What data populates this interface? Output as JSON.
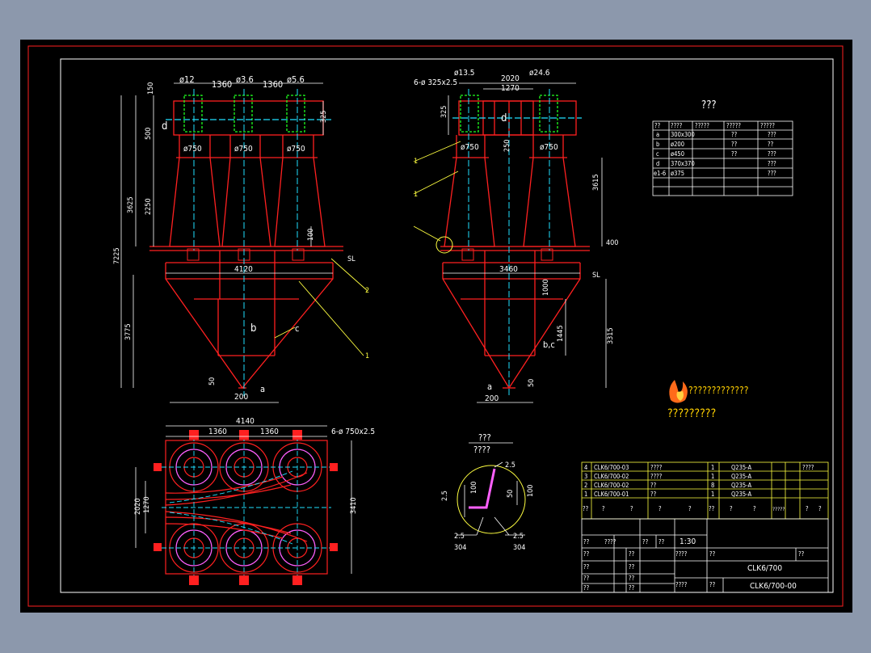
{
  "dims": {
    "top_left": {
      "d1": "ø12",
      "d2": "1360",
      "d3": "ø3.6",
      "d4": "1360",
      "d5": "ø5.6",
      "h1": "150",
      "h2": "500",
      "h3": "325",
      "h4": "3625",
      "h5": "2250",
      "total": "7225",
      "h6": "3775",
      "h7": "50",
      "h8": "200",
      "inner": "4120",
      "pipe": "ø750",
      "side": "100",
      "sl": "SL"
    },
    "top_right": {
      "hole": "6-ø 325x2.5",
      "d1": "ø13.5",
      "d2": "2020",
      "d3": "1270",
      "d4": "ø24.6",
      "h1": "325",
      "pipe1": "ø750",
      "pipe2": "ø750",
      "h2": "250",
      "h3": "3615",
      "w1": "400",
      "inner": "3460",
      "h4": "1000",
      "h5": "1445",
      "h6": "3315",
      "h7": "50",
      "h8": "200",
      "sl": "SL"
    },
    "plan": {
      "w": "4140",
      "a": "1360",
      "b": "1360",
      "holes": "6-ø 750x2.5",
      "h1": "2020",
      "h2": "1270",
      "h3": "3410"
    },
    "detail": {
      "title": "???",
      "sub": "????",
      "a": "2.5",
      "b": "100",
      "c": "50",
      "d": "100",
      "e": "2.5",
      "f": "2.5",
      "g": "304",
      "h": "2.5",
      "i": "304"
    }
  },
  "labels": {
    "d": "d",
    "b": "b",
    "c": "c",
    "a": "a",
    "bc": "b,c",
    "n1": "1",
    "n2": "2"
  },
  "nozzle_table": {
    "title": "???",
    "header": [
      "??",
      "????",
      "?????",
      "?????",
      "?????"
    ],
    "rows": [
      [
        "a",
        "300x300",
        "",
        "??",
        "???"
      ],
      [
        "b",
        "ø200",
        "",
        "??",
        "??"
      ],
      [
        "c",
        "ø450",
        "",
        "??",
        "???"
      ],
      [
        "d",
        "370x370",
        "",
        "",
        "???"
      ],
      [
        "e1-6",
        "ø375",
        "",
        "",
        "???"
      ]
    ]
  },
  "watermark": {
    "line1": "?????????????",
    "line2": "?????????"
  },
  "bom": {
    "rows": [
      [
        "4",
        "CLK6/700-03",
        "????",
        "1",
        "Q235-A",
        "",
        "????"
      ],
      [
        "3",
        "CLK6/700-02",
        "????",
        "1",
        "Q235-A",
        "",
        ""
      ],
      [
        "2",
        "CLK6/700-02",
        "??",
        "8",
        "Q235-A",
        "",
        ""
      ],
      [
        "1",
        "CLK6/700-01",
        "??",
        "1",
        "Q235-A",
        "",
        ""
      ]
    ],
    "header": [
      "??",
      "?",
      "?",
      "?",
      "?",
      "??",
      "?",
      "?",
      "?????",
      "?",
      "?"
    ]
  },
  "title_block": {
    "scale": "1:30",
    "r1": [
      "??",
      "????",
      "??",
      "??"
    ],
    "r2": [
      "??",
      "??"
    ],
    "r3": [
      "??",
      "??",
      "????",
      "??",
      "??"
    ],
    "r4": [
      "??",
      "??"
    ],
    "r5": [
      "??",
      "??"
    ],
    "r6": [
      "??",
      "??",
      "????",
      "??"
    ],
    "name": "CLK6/700",
    "code": "CLK6/700-00"
  }
}
